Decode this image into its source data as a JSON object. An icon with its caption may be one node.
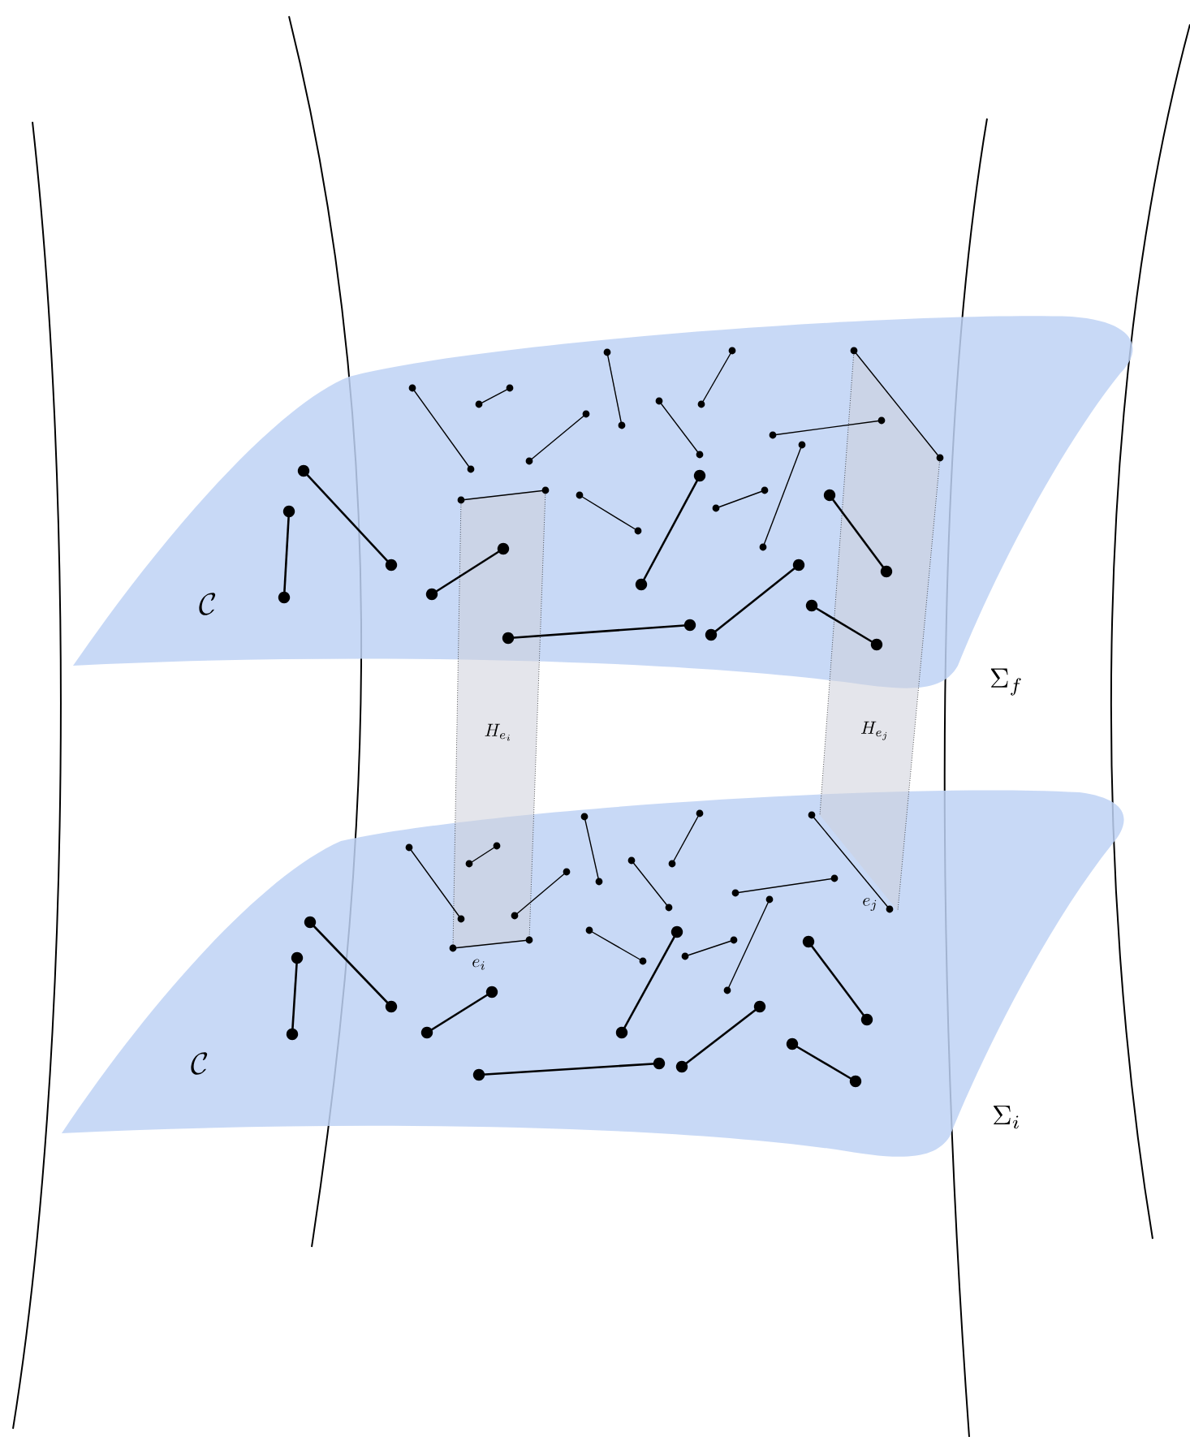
{
  "diagram": {
    "labels": [
      "\\mathcal{C}",
      "\\Sigma_f",
      "H_{e_i}",
      "H_{e_j}",
      "e_j",
      "e_i",
      "\\mathcal{C}",
      "\\Sigma_i"
    ]
  }
}
